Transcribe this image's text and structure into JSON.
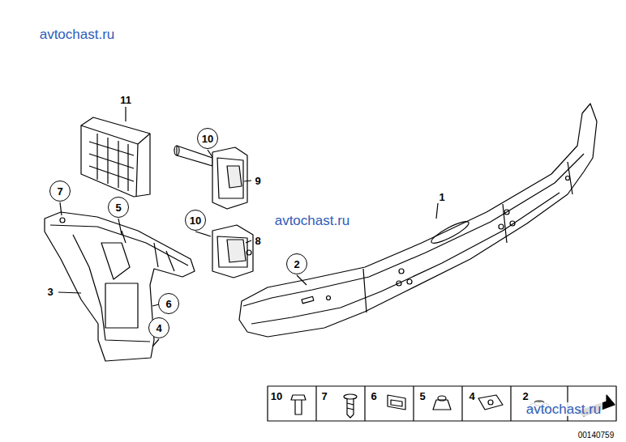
{
  "diagram": {
    "nodes": [
      {
        "text": [
          "10"
        ]
      },
      {
        "text": [
          "7"
        ]
      },
      {
        "text": [
          "5"
        ]
      },
      {
        "text": [
          "10"
        ]
      },
      {
        "text": [
          "2"
        ]
      },
      {
        "text": [
          "6"
        ]
      },
      {
        "text": [
          "4"
        ]
      }
    ],
    "labels": [
      "avtochast.ru",
      "11",
      "9",
      "avtochast.ru",
      "1",
      "8",
      "3",
      "10",
      "7",
      "6",
      "5",
      "4",
      "2",
      "avtochast.ru",
      "00140759"
    ]
  }
}
